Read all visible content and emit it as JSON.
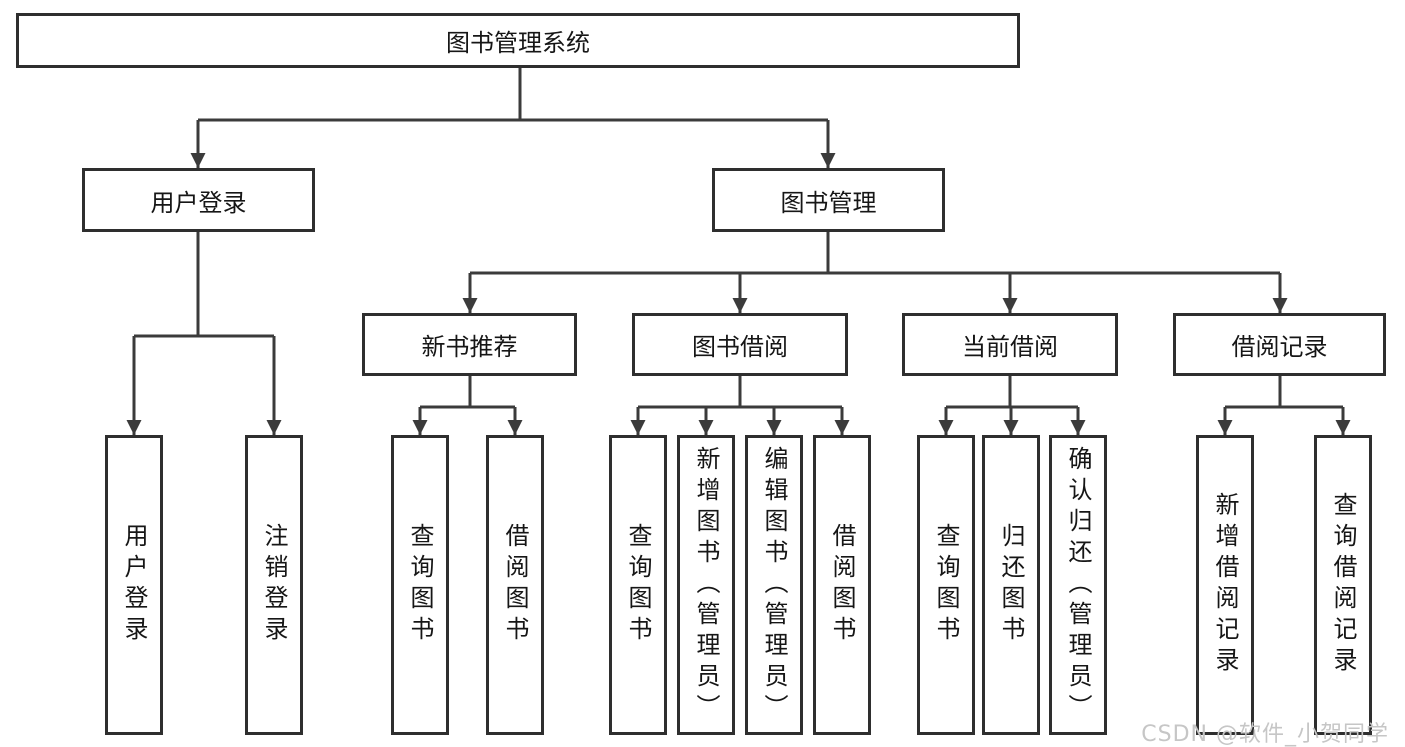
{
  "diagram": {
    "root": {
      "label": "图书管理系统",
      "children": [
        {
          "label": "用户登录",
          "children": [
            {
              "label": "用户登录"
            },
            {
              "label": "注销登录"
            }
          ]
        },
        {
          "label": "图书管理",
          "children": [
            {
              "label": "新书推荐",
              "children": [
                {
                  "label": "查询图书"
                },
                {
                  "label": "借阅图书"
                }
              ]
            },
            {
              "label": "图书借阅",
              "children": [
                {
                  "label": "查询图书"
                },
                {
                  "label": "新增图书（管理员）"
                },
                {
                  "label": "编辑图书（管理员）"
                },
                {
                  "label": "借阅图书"
                }
              ]
            },
            {
              "label": "当前借阅",
              "children": [
                {
                  "label": "查询图书"
                },
                {
                  "label": "归还图书"
                },
                {
                  "label": "确认归还（管理员）"
                }
              ]
            },
            {
              "label": "借阅记录",
              "children": [
                {
                  "label": "新增借阅记录"
                },
                {
                  "label": "查询借阅记录"
                }
              ]
            }
          ]
        }
      ]
    }
  },
  "watermark": {
    "text": "CSDN @软件_小贺同学"
  },
  "colors": {
    "line": "#3b3b3b",
    "box_border": "#2e2e2e",
    "text": "#161616",
    "background": "#ffffff",
    "watermark": "#c6c6c6"
  }
}
